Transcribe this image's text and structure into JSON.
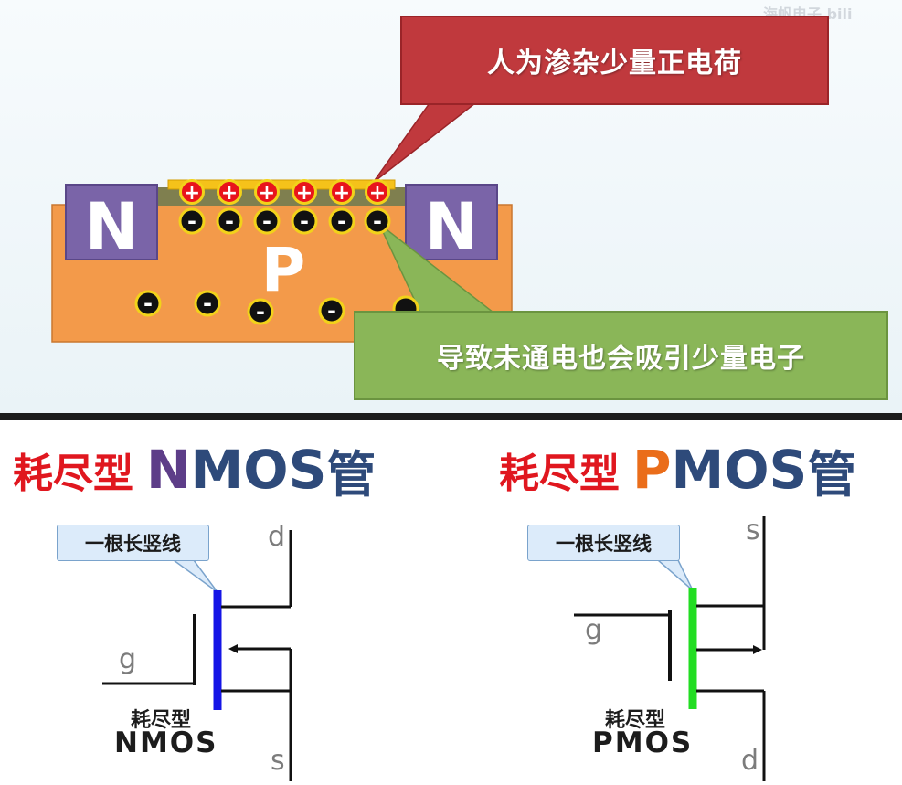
{
  "watermark": "海帆电子 bili",
  "top": {
    "callout_red": "人为渗杂少量正电荷",
    "callout_green": "导致未通电也会吸引少量电子",
    "n_left": "N",
    "n_right": "N",
    "p_label": "P",
    "plus_sign": "+",
    "minus_sign": "-"
  },
  "nmos": {
    "title_prefix": "耗尽型",
    "title_letter": "N",
    "title_rest": "MOS",
    "title_suffix": "管",
    "tag": "一根长竖线",
    "d": "d",
    "g": "g",
    "s": "s",
    "caption_type": "耗尽型",
    "caption_name": "NMOS",
    "channel_color": "#1515e6"
  },
  "pmos": {
    "title_prefix": "耗尽型",
    "title_letter": "P",
    "title_rest": "MOS",
    "title_suffix": "管",
    "tag": "一根长竖线",
    "s": "s",
    "g": "g",
    "d": "d",
    "caption_type": "耗尽型",
    "caption_name": "PMOS",
    "channel_color": "#22dd22"
  },
  "colors": {
    "substrate": "#f39a4a",
    "n_region": "#7a64a8",
    "oxide": "#7f7f4f",
    "gate": "#f5c21a",
    "red_callout": "#c0393d",
    "green_callout": "#8ab658"
  }
}
